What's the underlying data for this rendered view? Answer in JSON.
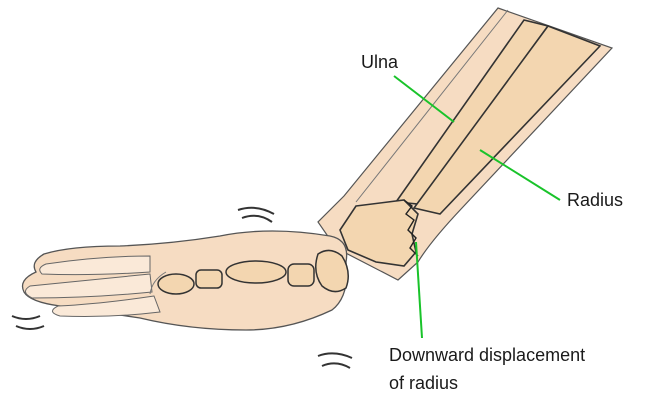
{
  "labels": {
    "ulna": "Ulna",
    "radius": "Radius",
    "displacement_line1": "Downward displacement",
    "displacement_line2": "of radius"
  },
  "colors": {
    "skin": "#f6dcc2",
    "skin_light": "#fae9d8",
    "bone": "#f3d6b0",
    "outline": "#333333",
    "leader": "#19c32a"
  }
}
